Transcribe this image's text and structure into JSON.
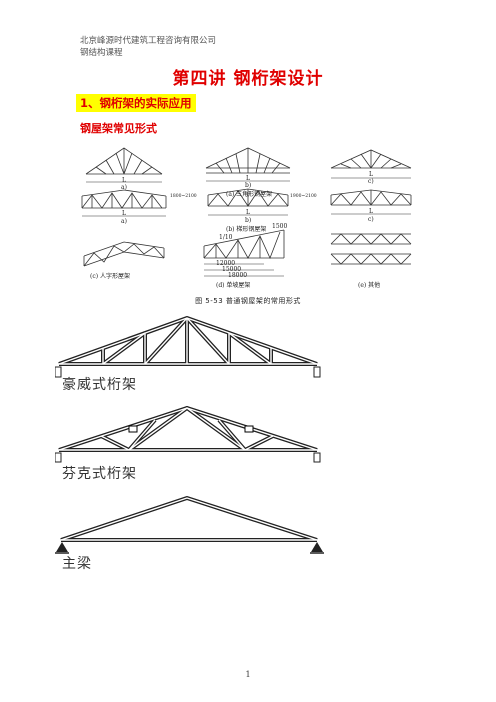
{
  "header": {
    "company": "北京峰源时代建筑工程咨询有限公司",
    "course": "钢结构课程"
  },
  "title": "第四讲   钢桁架设计",
  "section_heading": "1、钢桁架的实际应用",
  "sub_heading": "钢屋架常见形式",
  "figure": {
    "caption": "图 5-53   普通钢屋架的常用形式",
    "labels": {
      "a1": "a)",
      "b1": "b)",
      "c1": "c)",
      "group_a": "(a) 三角形钢屋架",
      "a2": "a)",
      "b2": "b)",
      "c2": "c)",
      "group_b": "(b) 梯形钢屋架",
      "group_c": "(c) 人字形屋架",
      "group_d": "(d) 单坡屋架",
      "group_e": "(e) 其他",
      "L1": "L",
      "L2": "L",
      "L3": "L",
      "L4": "L",
      "L5": "L",
      "L6": "L",
      "dim_1500": "1500",
      "dim_12000": "12000",
      "dim_15000": "15000",
      "dim_18000": "18000",
      "slope": "1/10",
      "dim_1800_2100": "1800~2100",
      "dim_1900_2100": "1900~2100"
    }
  },
  "trusses": [
    {
      "label": "豪威式桁架",
      "type": "howe"
    },
    {
      "label": "芬克式桁架",
      "type": "fink"
    },
    {
      "label": "主梁",
      "type": "main_beam"
    }
  ],
  "page_number": "1"
}
